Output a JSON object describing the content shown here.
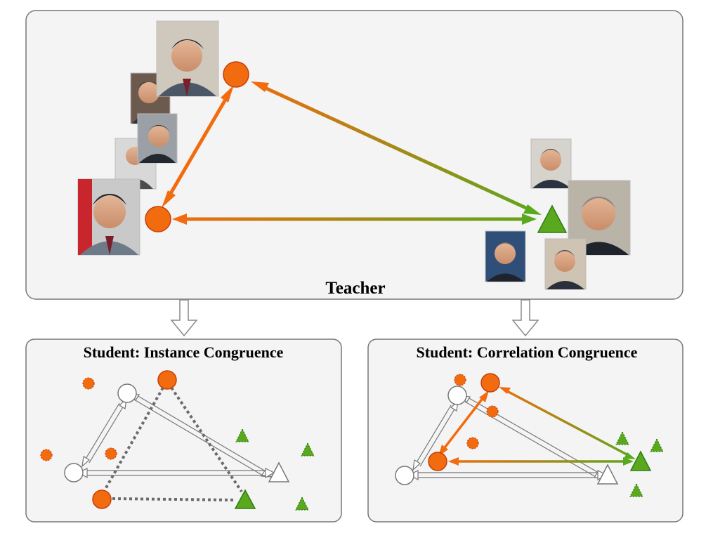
{
  "teacher": {
    "label": "Teacher"
  },
  "student_left": {
    "label": "Student: Instance Congruence"
  },
  "student_right": {
    "label": "Student: Correlation Congruence"
  },
  "colors": {
    "orange": "#f26b0f",
    "orange_stroke": "#c2410c",
    "green": "#5aa81e",
    "green_stroke": "#2e7d12",
    "panel_fill": "#f4f4f4",
    "panel_stroke": "#777777",
    "dotted_link": "#6b6b6b"
  },
  "photo_groups": [
    {
      "identity": "person-a",
      "count": 5
    },
    {
      "identity": "person-b",
      "count": 4
    }
  ]
}
